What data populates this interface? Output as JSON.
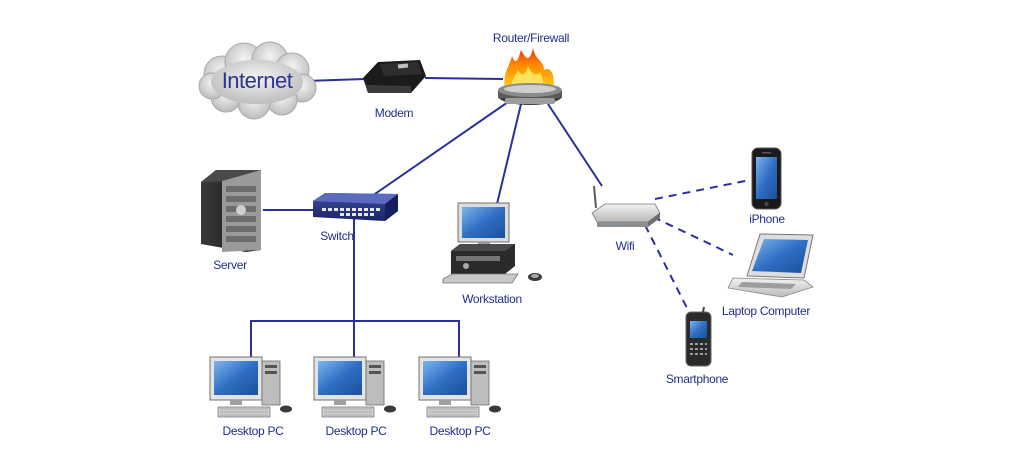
{
  "diagram": {
    "nodes": {
      "internet": {
        "label": "Internet",
        "icon": "cloud-icon"
      },
      "modem": {
        "label": "Modem",
        "icon": "modem-icon"
      },
      "router": {
        "label": "Router/Firewall",
        "icon": "firewall-router-icon"
      },
      "switch": {
        "label": "Switch",
        "icon": "switch-icon"
      },
      "server": {
        "label": "Server",
        "icon": "server-icon"
      },
      "workstation": {
        "label": "Workstation",
        "icon": "workstation-icon"
      },
      "wifi": {
        "label": "Wifi",
        "icon": "wifi-router-icon"
      },
      "iphone": {
        "label": "iPhone",
        "icon": "iphone-icon"
      },
      "laptop": {
        "label": "Laptop Computer",
        "icon": "laptop-icon"
      },
      "smartphone": {
        "label": "Smartphone",
        "icon": "smartphone-icon"
      },
      "desktop1": {
        "label": "Desktop PC",
        "icon": "desktop-pc-icon"
      },
      "desktop2": {
        "label": "Desktop PC",
        "icon": "desktop-pc-icon"
      },
      "desktop3": {
        "label": "Desktop PC",
        "icon": "desktop-pc-icon"
      }
    },
    "connections": [
      {
        "from": "internet",
        "to": "modem",
        "type": "wired"
      },
      {
        "from": "modem",
        "to": "router",
        "type": "wired"
      },
      {
        "from": "router",
        "to": "switch",
        "type": "wired"
      },
      {
        "from": "router",
        "to": "workstation",
        "type": "wired"
      },
      {
        "from": "router",
        "to": "wifi",
        "type": "wired"
      },
      {
        "from": "server",
        "to": "switch",
        "type": "wired"
      },
      {
        "from": "switch",
        "to": "desktop1",
        "type": "wired"
      },
      {
        "from": "switch",
        "to": "desktop2",
        "type": "wired"
      },
      {
        "from": "switch",
        "to": "desktop3",
        "type": "wired"
      },
      {
        "from": "wifi",
        "to": "iphone",
        "type": "wireless"
      },
      {
        "from": "wifi",
        "to": "laptop",
        "type": "wireless"
      },
      {
        "from": "wifi",
        "to": "smartphone",
        "type": "wireless"
      }
    ],
    "colors": {
      "link": "#2b2f9e",
      "label": "#1f2f8c",
      "cloud_text": "#2b3590",
      "screen": "#2f6fc4"
    }
  }
}
